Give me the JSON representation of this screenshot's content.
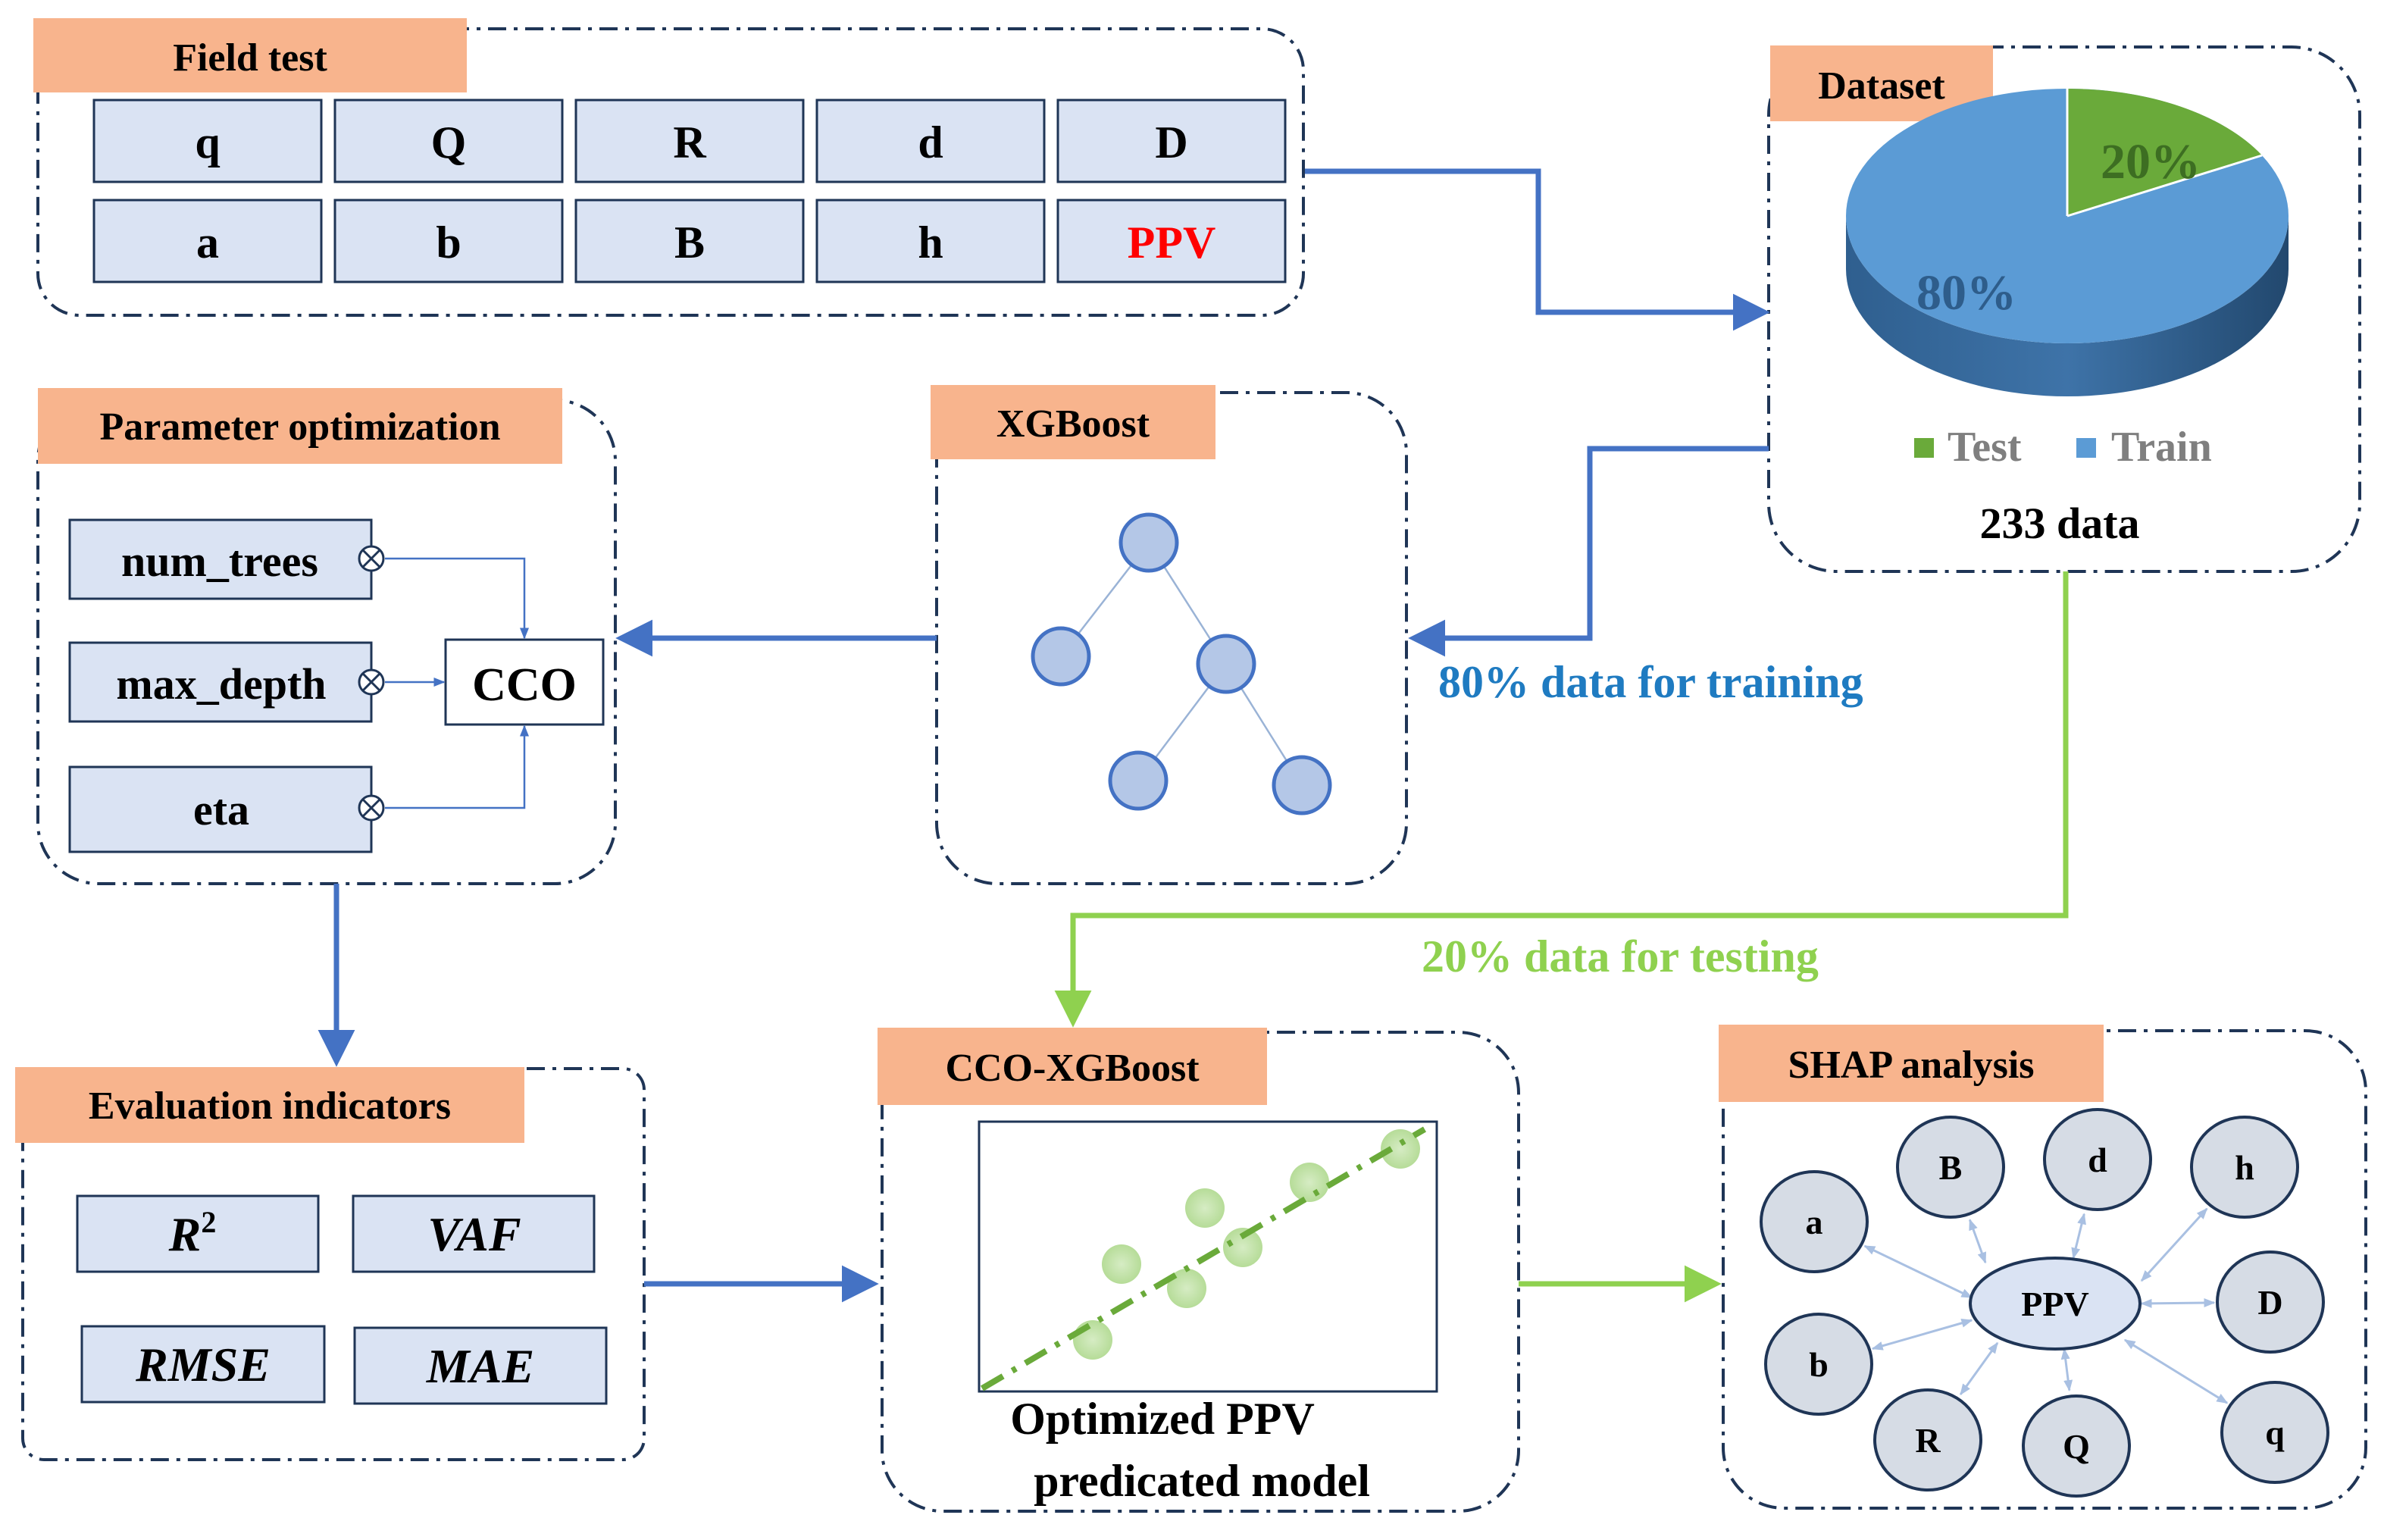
{
  "field_test": {
    "title": "Field test",
    "cells": [
      "q",
      "Q",
      "R",
      "d",
      "D",
      "a",
      "b",
      "B",
      "h",
      "PPV"
    ]
  },
  "dataset": {
    "title": "Dataset",
    "test_pct": "20%",
    "train_pct": "80%",
    "legend_test": "Test",
    "legend_train": "Train",
    "count": "233 data",
    "colors": {
      "test": "#6aaa3a",
      "train": "#5b9bd5"
    }
  },
  "parameter_optimization": {
    "title": "Parameter optimization",
    "params": [
      "num_trees",
      "max_depth",
      "eta"
    ],
    "optimizer": "CCO"
  },
  "xgboost": {
    "title": "XGBoost"
  },
  "flow_labels": {
    "training": "80% data for training",
    "testing": "20% data for testing"
  },
  "evaluation": {
    "title": "Evaluation indicators",
    "r2_base": "R",
    "r2_sup": "2",
    "vaf": "VAF",
    "rmse": "RMSE",
    "mae": "MAE"
  },
  "cco_xgboost": {
    "title": "CCO-XGBoost",
    "caption_line1": "Optimized PPV",
    "caption_line2": "predicated model"
  },
  "shap": {
    "title": "SHAP analysis",
    "center": "PPV",
    "nodes": [
      "B",
      "d",
      "h",
      "a",
      "D",
      "b",
      "R",
      "Q",
      "q"
    ]
  },
  "colors": {
    "header": "#f8b48d",
    "cell_fill": "#dae3f3",
    "blue_arrow": "#4472c4",
    "green_arrow": "#8fd14f",
    "ppv_red": "#ff0000",
    "training_text": "#1f7bc1",
    "testing_text": "#8fd14f",
    "frame": "#1f3556"
  }
}
